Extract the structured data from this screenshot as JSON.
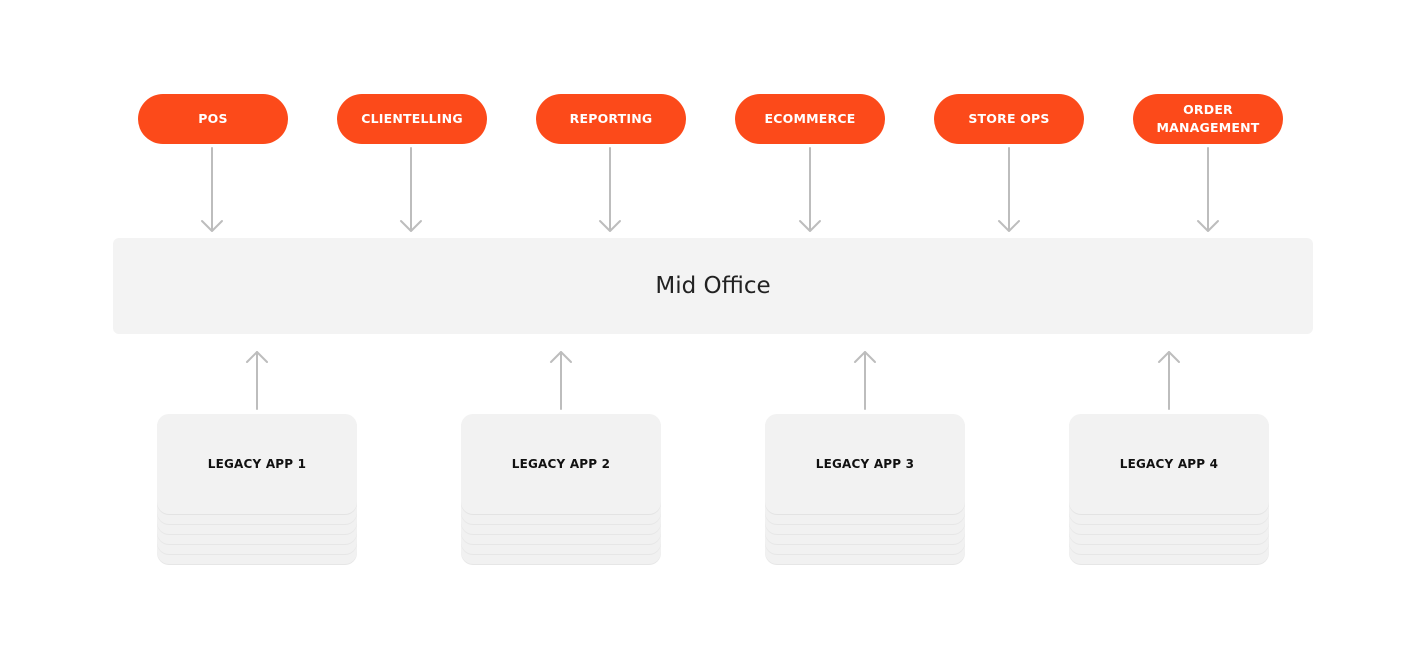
{
  "diagram": {
    "colors": {
      "pill_fill": "#fc4a1a",
      "pill_text": "#ffffff",
      "panel_fill": "#f3f3f3",
      "arrow": "#bdbdbd"
    },
    "top_systems": [
      {
        "label": "POS"
      },
      {
        "label": "CLIENTELLING"
      },
      {
        "label": "REPORTING"
      },
      {
        "label": "ECOMMERCE"
      },
      {
        "label": "STORE OPS"
      },
      {
        "label": "ORDER\nMANAGEMENT"
      }
    ],
    "hub": {
      "label": "Mid Office"
    },
    "legacy_apps": [
      {
        "label": "LEGACY APP 1"
      },
      {
        "label": "LEGACY APP 2"
      },
      {
        "label": "LEGACY APP 3"
      },
      {
        "label": "LEGACY APP 4"
      }
    ]
  }
}
